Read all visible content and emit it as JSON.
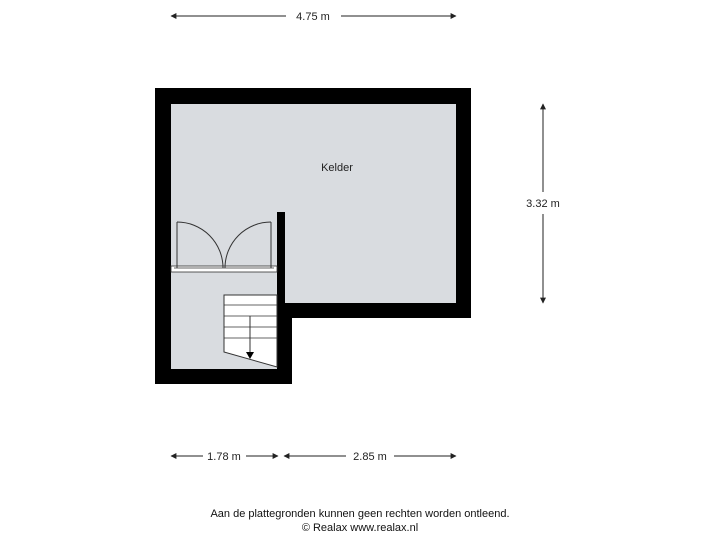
{
  "dimensions": {
    "top_width": "4.75 m",
    "right_height": "3.32 m",
    "bottom_left": "1.78 m",
    "bottom_right": "2.85 m"
  },
  "rooms": {
    "main": "Kelder"
  },
  "footer": {
    "disclaimer": "Aan de plattegronden kunnen geen rechten worden ontleend.",
    "copyright": "© Realax www.realax.nl"
  },
  "colors": {
    "wall": "#000000",
    "floor": "#d9dce0",
    "line": "#222222"
  }
}
